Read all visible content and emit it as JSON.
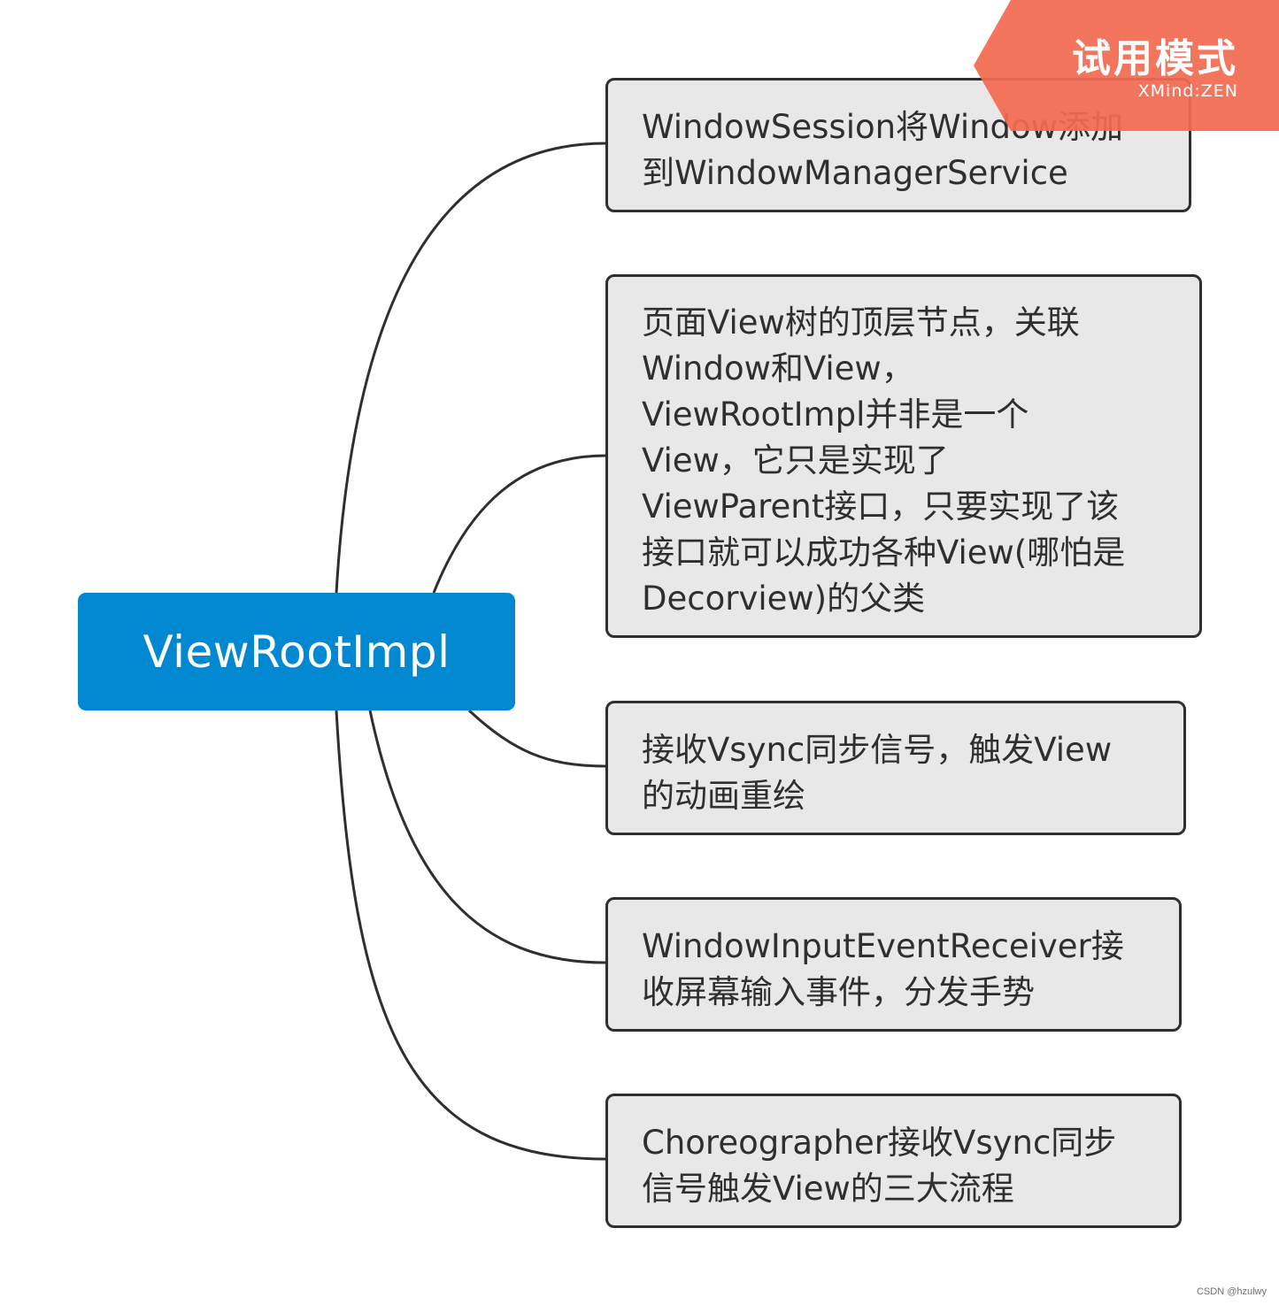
{
  "diagram": {
    "root": {
      "label": "ViewRootImpl"
    },
    "topics": [
      {
        "id": "t1",
        "lines": [
          "WindowSession将Window添加",
          "到WindowManagerService"
        ]
      },
      {
        "id": "t2",
        "lines": [
          "页面View树的顶层节点，关联",
          "Window和View，",
          "ViewRootImpl并非是一个",
          "View，它只是实现了",
          "ViewParent接口，只要实现了该",
          "接口就可以成功各种View(哪怕是",
          "Decorview)的父类"
        ]
      },
      {
        "id": "t3",
        "lines": [
          "接收Vsync同步信号，触发View",
          "的动画重绘"
        ]
      },
      {
        "id": "t4",
        "lines": [
          "WindowInputEventReceiver接",
          "收屏幕输入事件，分发手势"
        ]
      },
      {
        "id": "t5",
        "lines": [
          "Choreographer接收Vsync同步",
          "信号触发View的三大流程"
        ]
      }
    ]
  },
  "watermark": {
    "title": "试用模式",
    "brand": "XMind:ZEN"
  },
  "footer": {
    "credit": "CSDN @hzulwy"
  },
  "colors": {
    "root_fill": "#0288d1",
    "topic_fill": "#e8e8e8",
    "topic_border": "#2f2f2f",
    "connector": "#2f2f2f",
    "watermark_fill": "#f26b52"
  }
}
